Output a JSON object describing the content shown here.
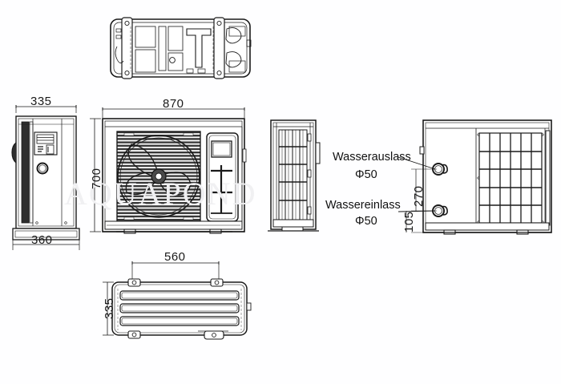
{
  "drawing": {
    "title": "Heat pump unit dimensional drawing",
    "watermark": "AQUAPOND",
    "units": "mm",
    "line_color": "#1a1a1a",
    "fill_color": "#ffffff",
    "shade_color": "#3a3a3a",
    "background": "#fefeff"
  },
  "views": {
    "top": {
      "name": "top-view",
      "label": ""
    },
    "side_left": {
      "name": "left-side-view",
      "label": ""
    },
    "front": {
      "name": "front-view",
      "label": ""
    },
    "side_narrow": {
      "name": "narrow-side-view",
      "label": ""
    },
    "rear": {
      "name": "rear-view",
      "label": ""
    },
    "bottom": {
      "name": "bottom-view",
      "label": ""
    }
  },
  "dimensions": {
    "side_width_top": "335",
    "side_width_bottom": "360",
    "front_width": "870",
    "front_height": "700",
    "bottom_inner_width": "560",
    "bottom_depth": "335",
    "port_upper_offset": "270",
    "port_lower_offset": "105"
  },
  "callouts": {
    "water_outlet_label": "Wasserauslass",
    "water_outlet_size": "Φ50",
    "water_inlet_label": "Wassereinlass",
    "water_inlet_size": "Φ50"
  }
}
